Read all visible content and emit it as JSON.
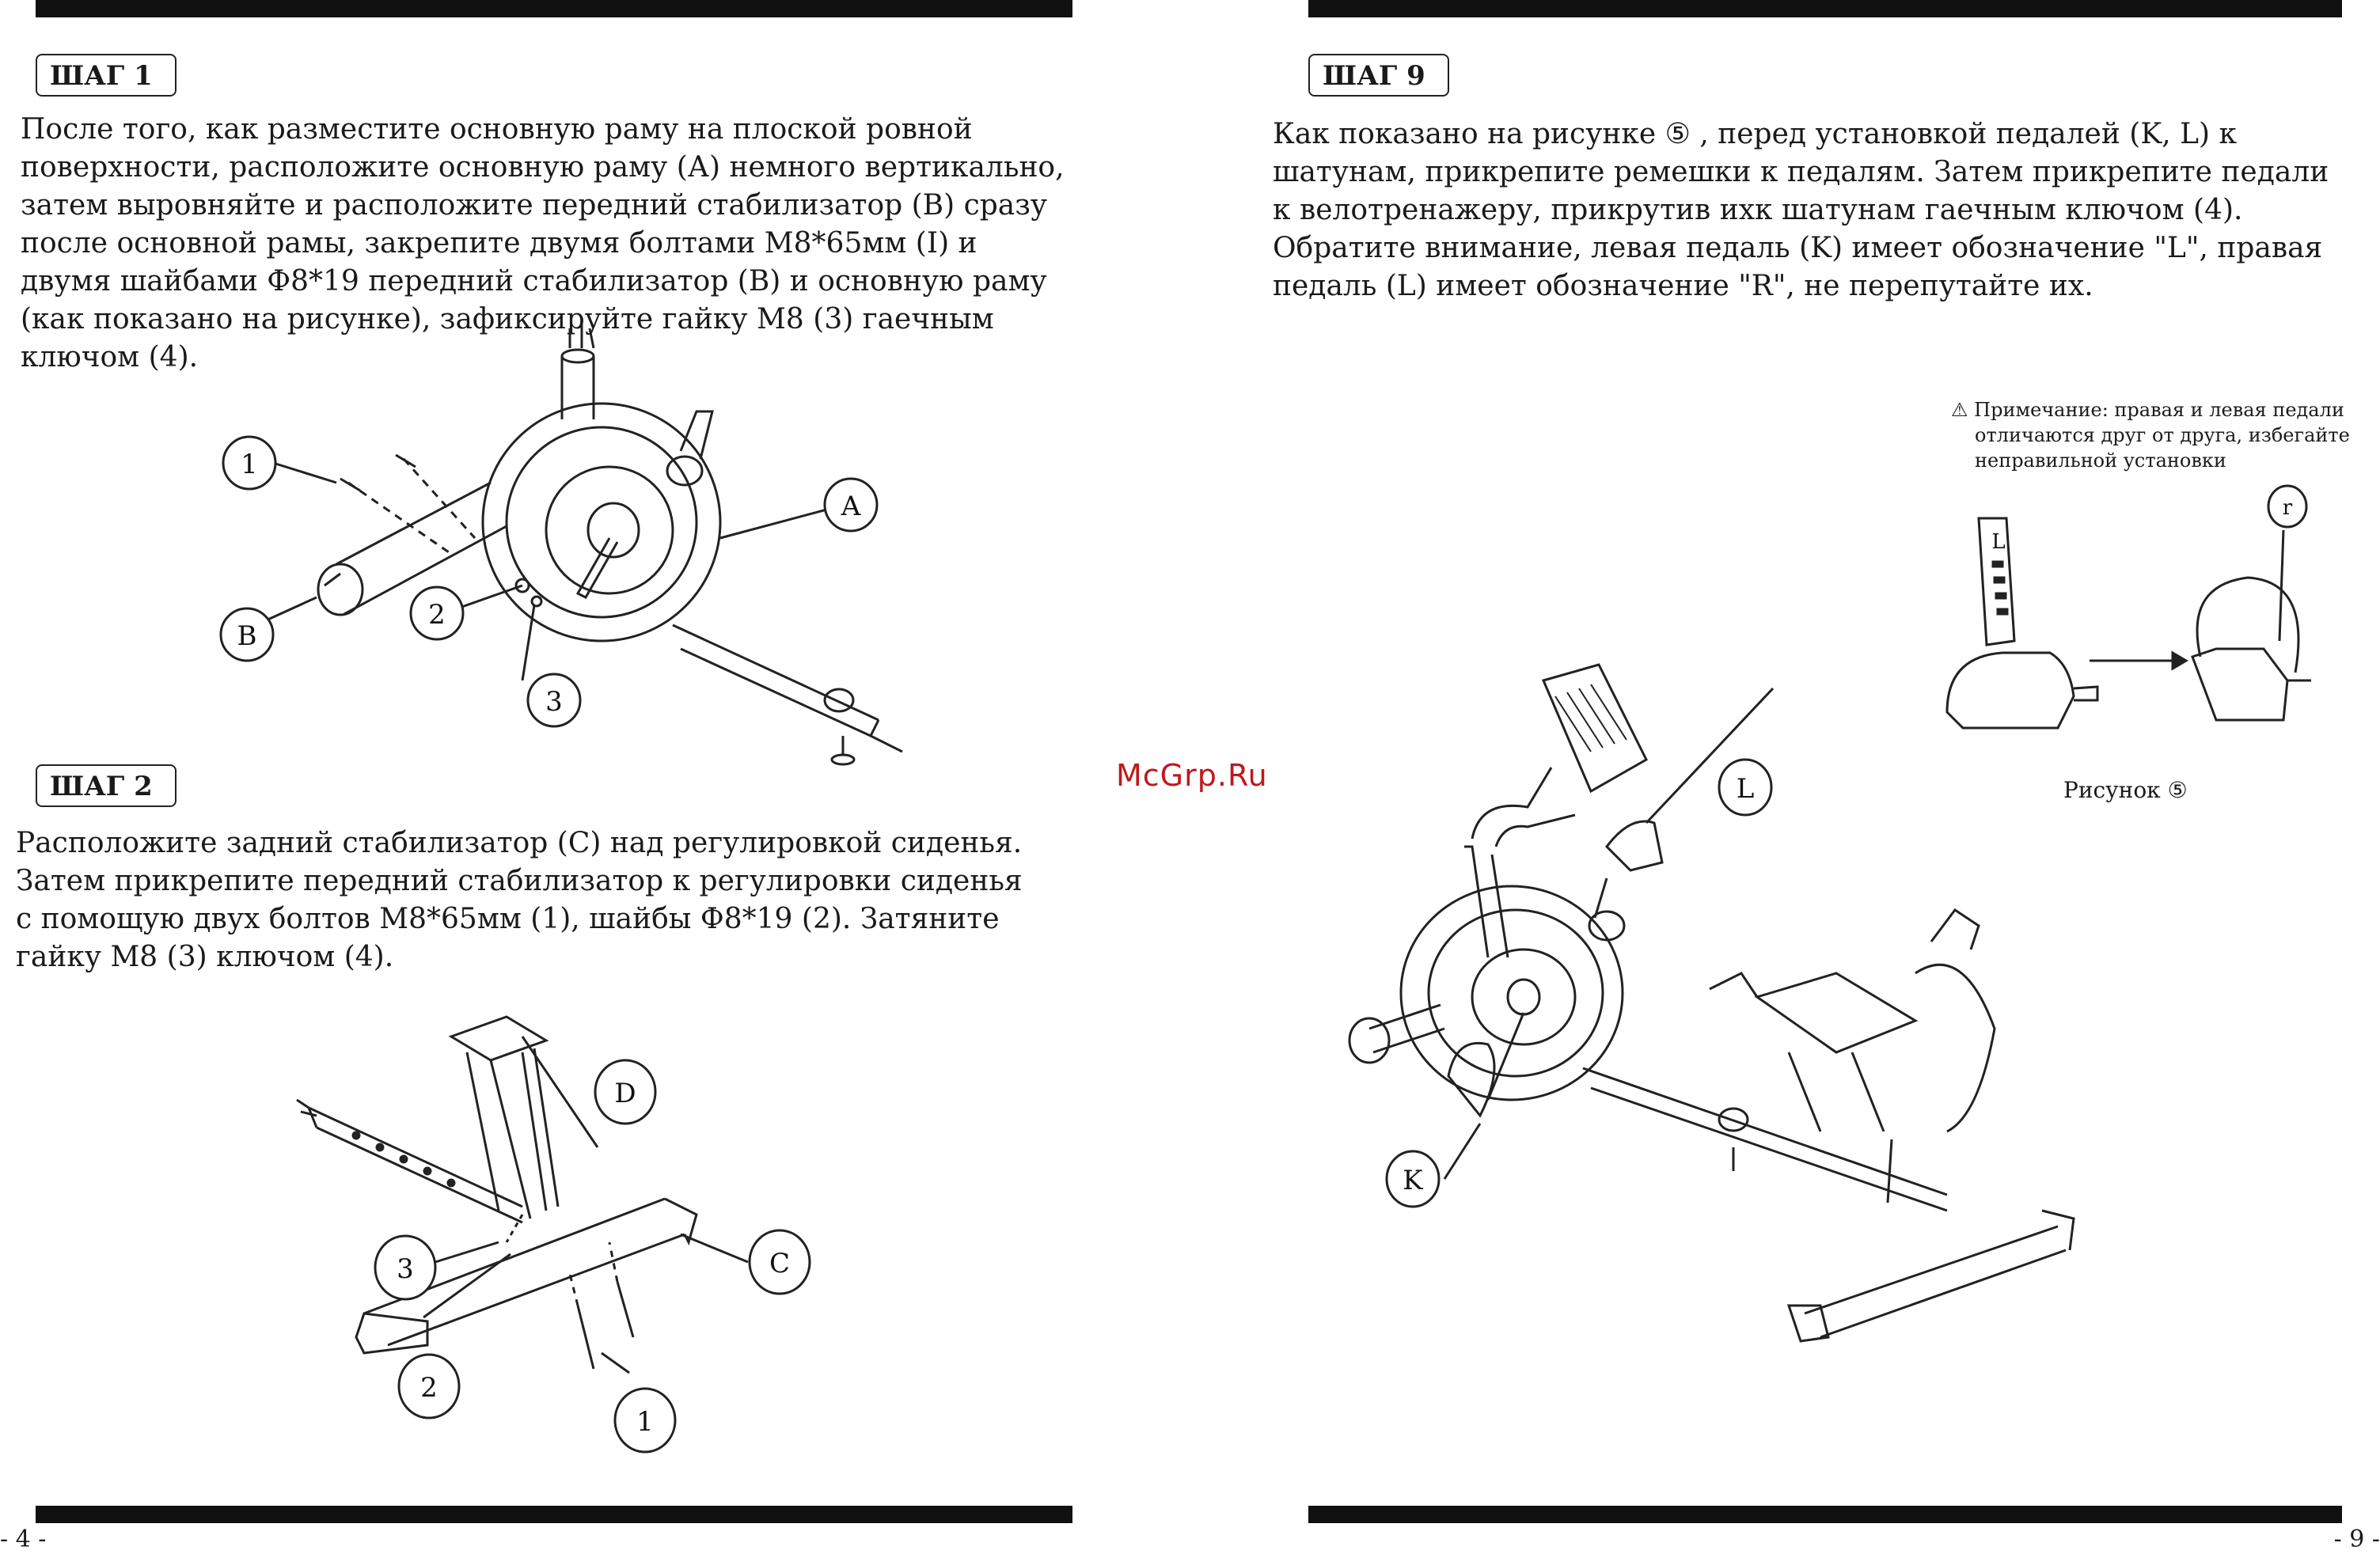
{
  "left_page": {
    "step1": {
      "label": "ШАГ 1",
      "text": "После того, как разместите основную раму на плоской ровной поверхности, расположите основную раму (А) немного вертикально, затем выровняйте и расположите передний стабилизатор (В) сразу после основной рамы, закрепите двумя болтами М8*65мм (I) и двумя шайбами Ф8*19 передний стабилизатор (В) и основную раму (как показано на рисунке), зафиксируйте гайку М8 (3) гаечным ключом (4).",
      "callouts": [
        "1",
        "A",
        "B",
        "2",
        "3"
      ]
    },
    "step2": {
      "label": "ШАГ 2",
      "text": "Расположите задний стабилизатор (С) над регулировкой сиденья. Затем прикрепите передний стабилизатор к регулировки сиденья с помощую двух болтов М8*65мм (1), шайбы Ф8*19 (2). Затяните гайку М8 (3) ключом (4).",
      "callouts": [
        "D",
        "3",
        "C",
        "2",
        "1"
      ]
    },
    "page_number": "- 4 -"
  },
  "right_page": {
    "step9": {
      "label": "ШАГ 9",
      "text": "Как показано на рисунке ⑤ , перед установкой педалей (K, L) к шатунам, прикрепите ремешки к педалям. Затем прикрепите педали к велотренажеру, прикрутив ихк шатунам гаечным ключом (4). Обратите внимание, левая педаль (K) имеет обозначение \"L\", правая педаль (L) имеет обозначение \"R\", не перепутайте их.",
      "callouts": [
        "L",
        "K"
      ]
    },
    "note": {
      "line1": "Примечание: правая и левая педали",
      "line2": "отличаются друг от друга, избегайте",
      "line3": "неправильной установки"
    },
    "figure_caption": "Рисунок ⑤",
    "page_number": "- 9 -"
  },
  "watermark": "McGrp.Ru",
  "colors": {
    "bar": "#111111",
    "watermark": "#c0181d",
    "text": "#1a1a1a"
  }
}
